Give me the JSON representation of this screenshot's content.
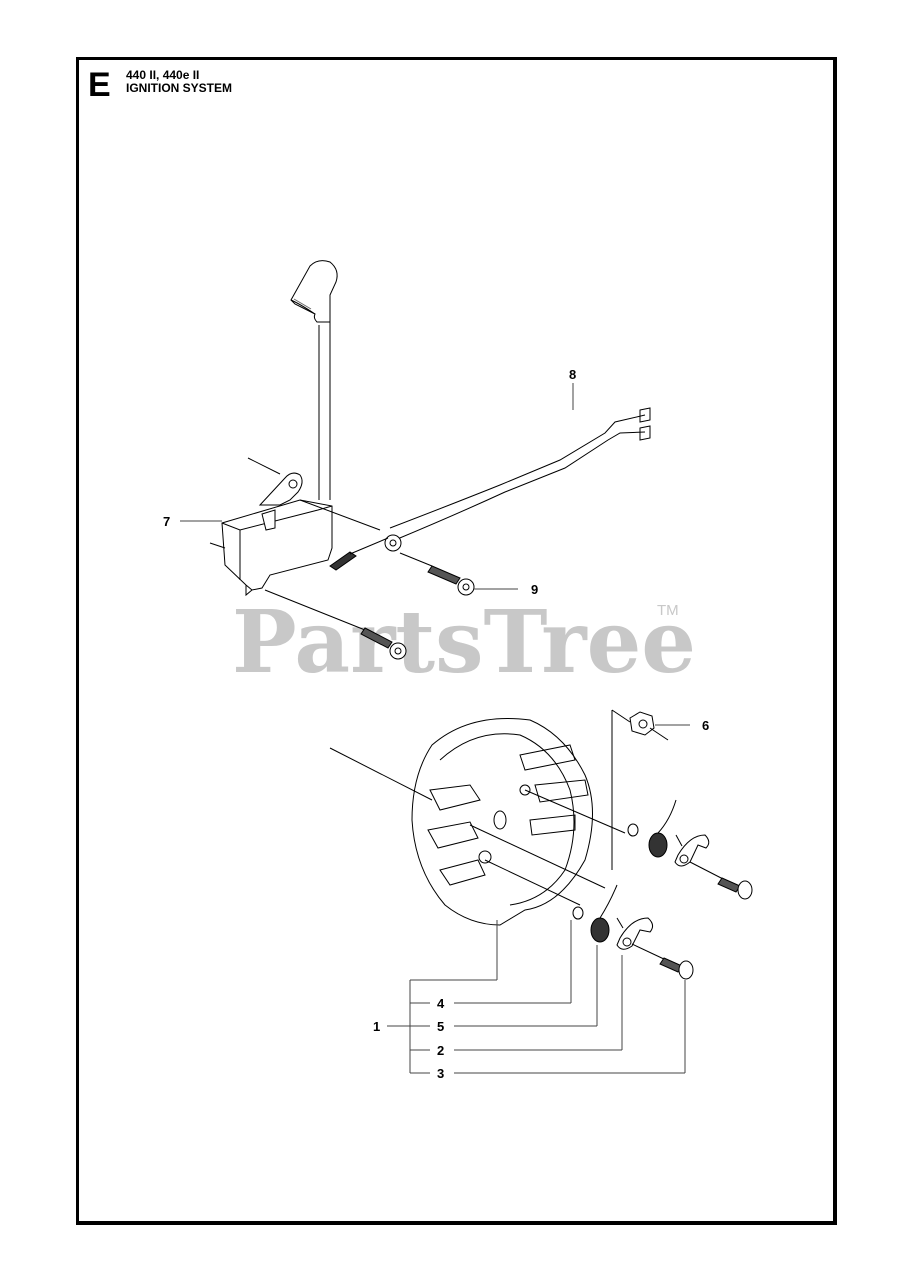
{
  "header": {
    "section_letter": "E",
    "models": "440 II, 440e II",
    "title": "IGNITION SYSTEM"
  },
  "watermark": {
    "text": "PartsTree",
    "trademark": "TM",
    "color": "#c8c8c8"
  },
  "callouts": [
    {
      "number": "8",
      "part": "ignition-wire-cable"
    },
    {
      "number": "7",
      "part": "ignition-module"
    },
    {
      "number": "9",
      "part": "screw"
    },
    {
      "number": "6",
      "part": "nut"
    },
    {
      "number": "1",
      "part": "flywheel-assembly"
    },
    {
      "number": "4",
      "part": "washer"
    },
    {
      "number": "5",
      "part": "spring"
    },
    {
      "number": "2",
      "part": "pawl"
    },
    {
      "number": "3",
      "part": "screw"
    }
  ]
}
